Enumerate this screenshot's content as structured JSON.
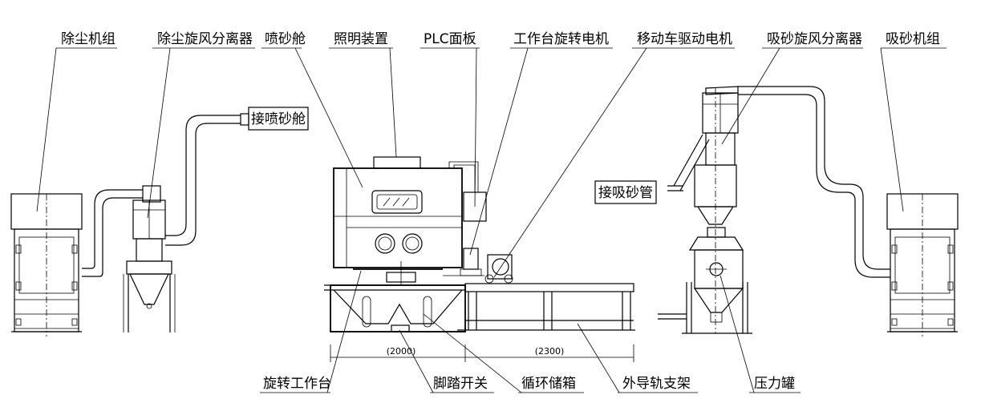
{
  "labels": {
    "dust_unit": "除尘机组",
    "dust_cyclone": "除尘旋风分离器",
    "blast_cabin": "喷砂舱",
    "lighting": "照明装置",
    "plc_panel": "PLC面板",
    "table_motor": "工作台旋转电机",
    "cart_motor": "移动车驱动电机",
    "suction_cyclone": "吸砂旋风分离器",
    "suction_unit": "吸砂机组",
    "to_blast_cabin": "接喷砂舱",
    "to_suction_pipe": "接吸砂管",
    "rotary_table": "旋转工作台",
    "foot_switch": "脚踏开关",
    "recycle_tank": "循环储箱",
    "outer_rail": "外导轨支架",
    "pressure_tank": "压力罐"
  },
  "dimensions": {
    "cabin_length": "(2000)",
    "rail_length": "(2300)"
  }
}
